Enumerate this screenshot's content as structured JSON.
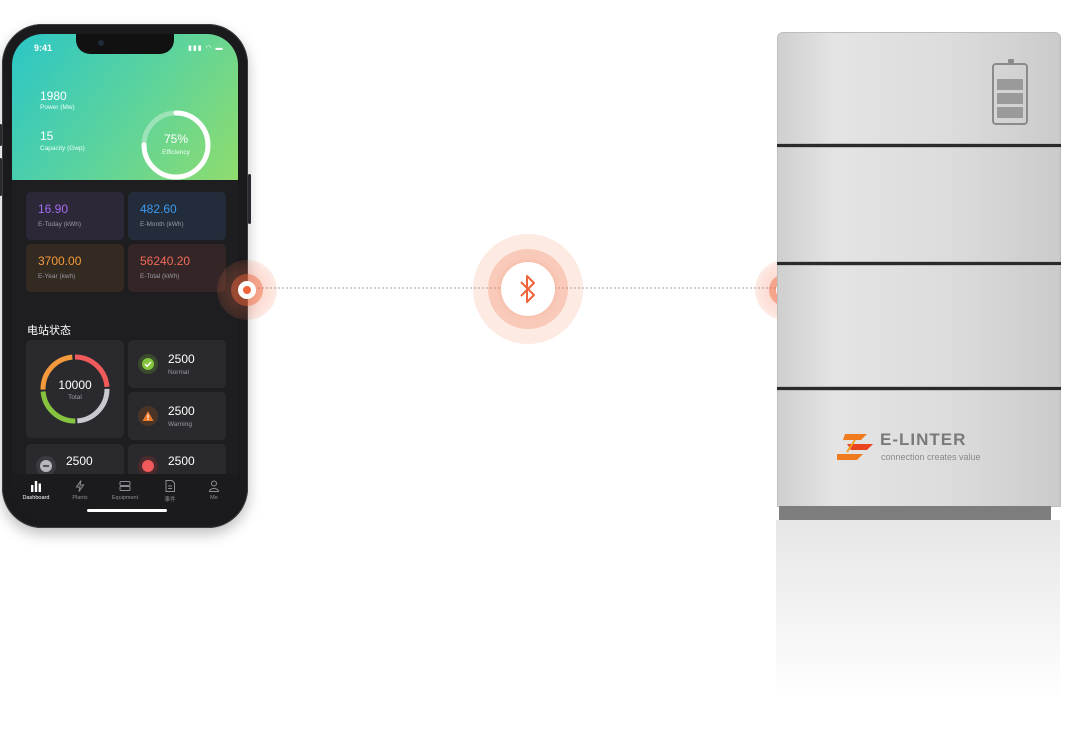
{
  "phone": {
    "status_time": "9:41",
    "status_icons": "▮▮▮ ◠ ▬",
    "header": {
      "power_value": "1980",
      "power_label": "Power (Mw)",
      "capacity_value": "15",
      "capacity_label": "Capacity (Gwp)",
      "efficiency_value": "75%",
      "efficiency_label": "Efficiency",
      "efficiency_fraction": 0.75
    },
    "stats": [
      {
        "value": "16.90",
        "label": "E-Today (kWh)",
        "color": "#a46cf2",
        "bg": "#2c2838"
      },
      {
        "value": "482.60",
        "label": "E-Month (kWh)",
        "color": "#3e9bf0",
        "bg": "#222c3a"
      },
      {
        "value": "3700.00",
        "label": "E-Year (kwh)",
        "color": "#f59a3c",
        "bg": "#332a22"
      },
      {
        "value": "56240.20",
        "label": "E-Total (kWh)",
        "color": "#f06a5a",
        "bg": "#342626"
      }
    ],
    "station_title": "电站状态",
    "donut": {
      "value": "10000",
      "label": "Total"
    },
    "status_tiles": [
      {
        "value": "2500",
        "label": "Normal",
        "color": "#86c440",
        "icon": "check-icon"
      },
      {
        "value": "2500",
        "label": "Warning",
        "color": "#f07a2c",
        "icon": "warning-icon"
      },
      {
        "value": "2500",
        "label": "",
        "color": "#b7b7bd",
        "icon": "offline-icon"
      },
      {
        "value": "2500",
        "label": "",
        "color": "#f05a5a",
        "icon": "fault-icon"
      }
    ],
    "tabs": [
      {
        "label": "Dashboard",
        "icon": "bar-chart-icon",
        "active": true
      },
      {
        "label": "Plants",
        "icon": "lightning-icon",
        "active": false
      },
      {
        "label": "Equipment",
        "icon": "server-icon",
        "active": false
      },
      {
        "label": "事件",
        "icon": "document-icon",
        "active": false
      },
      {
        "label": "Me",
        "icon": "person-icon",
        "active": false
      }
    ]
  },
  "connection": {
    "icon": "bluetooth-icon",
    "accent": "#f0643c"
  },
  "battery": {
    "logo_name": "E-LINTER",
    "logo_tagline": "connection creates value",
    "logo_color": "#f07a1e",
    "level_bars": 3
  }
}
